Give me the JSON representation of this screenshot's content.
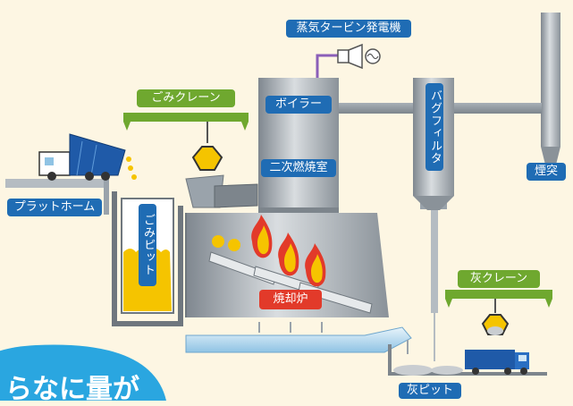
{
  "labels": {
    "turbine": "蒸気タービン発電機",
    "boiler": "ボイラー",
    "secondary": "二次燃焼室",
    "bagfilter": "バグフィルタ",
    "chimney": "煙突",
    "garbage_crane": "ごみクレーン",
    "platform": "プラットホーム",
    "garbage_pit": "ごみピット",
    "incinerator": "焼却炉",
    "ash_crane": "灰クレーン",
    "ash_pit": "灰ピット"
  },
  "bubble_text": "らなに量が",
  "colors": {
    "label_blue": "#1f6cb4",
    "crane_green": "#6fa82f",
    "incinerator_red": "#e23a2a",
    "steel": "#9aa3ab",
    "garbage": "#f5c400",
    "background": "#fdf6e3",
    "bubble": "#2aa6e0"
  }
}
